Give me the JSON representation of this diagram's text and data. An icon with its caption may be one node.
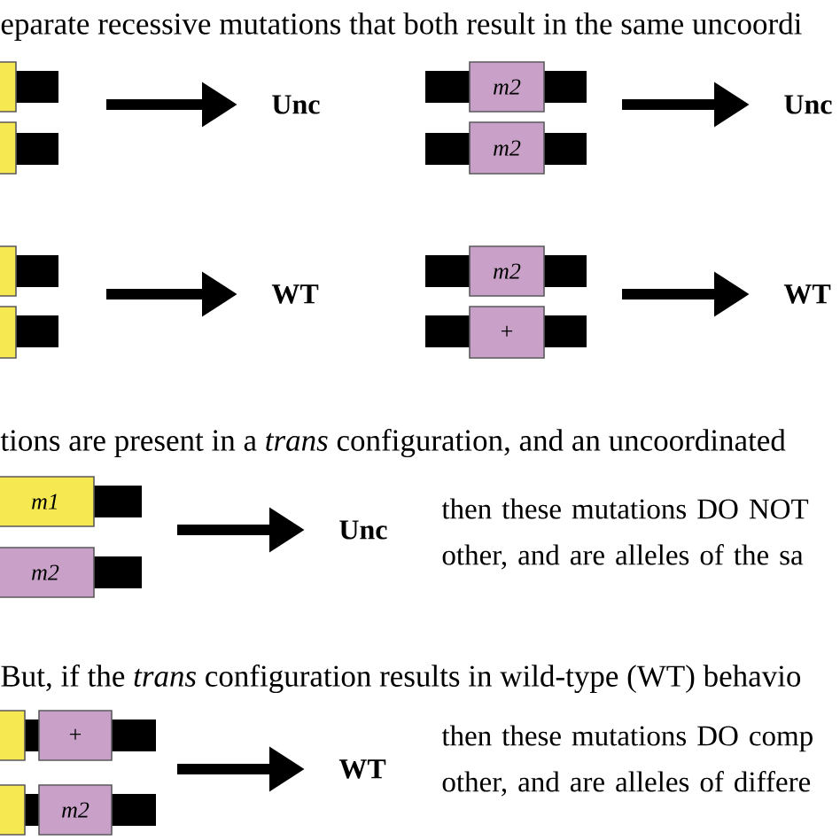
{
  "diagram": {
    "nodes": [
      {
        "text": [],
        "shape": "box"
      },
      {
        "text": [
          "Unc"
        ]
      },
      {
        "text": [
          "m2"
        ]
      },
      {
        "text": [
          "Unc"
        ]
      },
      {
        "text": [],
        "shape": "box"
      },
      {
        "text": [
          "m2"
        ]
      },
      {
        "text": [],
        "shape": "box"
      },
      {
        "text": [
          "WT"
        ]
      },
      {
        "text": [
          "m2"
        ]
      },
      {
        "text": [
          "WT"
        ]
      },
      {
        "text": [],
        "shape": "box"
      },
      {
        "text": [
          "+"
        ]
      },
      {
        "text": [
          "m1"
        ]
      },
      {
        "text": [
          "Unc"
        ],
        "beside": [
          "then these mutations DO NOT other, and are alleles of the sa"
        ]
      },
      {
        "text": [
          "m2"
        ]
      },
      {
        "text": [],
        "shape": "box"
      },
      {
        "text": [
          "+"
        ]
      },
      {
        "text": [
          "WT"
        ],
        "beside": [
          "then these mutations DO comp other, and are alleles of differe"
        ]
      },
      {
        "text": [],
        "shape": "box"
      },
      {
        "text": [
          "m2"
        ]
      }
    ],
    "edges": [
      {
        "from": null,
        "to": 1,
        "arrow": "to"
      },
      {
        "from": null,
        "to": 3,
        "arrow": "to"
      },
      {
        "from": null,
        "to": 7,
        "arrow": "to"
      },
      {
        "from": null,
        "to": 9,
        "arrow": "to"
      },
      {
        "from": null,
        "to": 13,
        "arrow": "to"
      },
      {
        "from": null,
        "to": 17,
        "arrow": "to"
      }
    ],
    "labels": [
      "eparate recessive mutations that both result in the same uncoordi",
      "tions are present in a *trans* configuration, and an uncoordinated",
      "But, if the *trans* configuration results in wild-type (WT) behavio"
    ]
  }
}
